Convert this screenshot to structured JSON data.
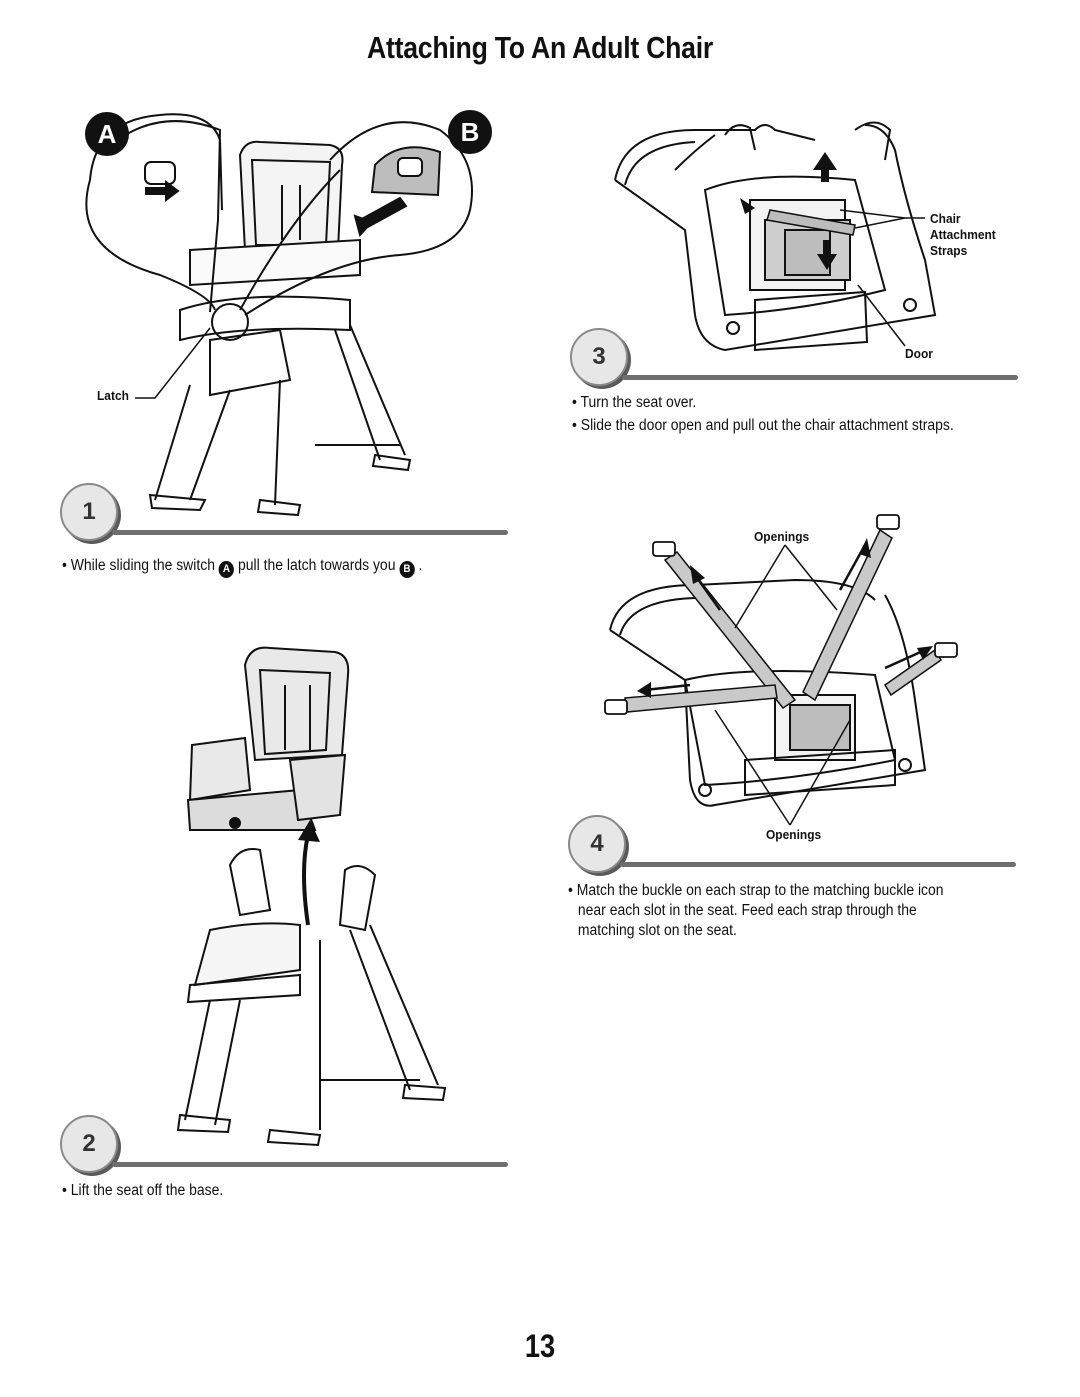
{
  "page": {
    "title": "Attaching To An Adult Chair",
    "page_number": "13"
  },
  "step1": {
    "number": "1",
    "callout_a": "A",
    "callout_b": "B",
    "latch_label": "Latch",
    "text_before": "While sliding the switch",
    "badge_a": "A",
    "text_middle": "pull the latch towards you",
    "badge_b": "B",
    "text_after": "."
  },
  "step2": {
    "number": "2",
    "text": "Lift the seat off the base."
  },
  "step3": {
    "number": "3",
    "chair_label_1": "Chair",
    "chair_label_2": "Attachment",
    "chair_label_3": "Straps",
    "door_label": "Door",
    "bullet_1": "Turn the seat over.",
    "bullet_2": "Slide the door open and pull out the chair attachment straps."
  },
  "step4": {
    "number": "4",
    "openings_top": "Openings",
    "openings_bottom": "Openings",
    "line_1": "Match the buckle on each strap to the matching buckle icon",
    "line_2": "near each slot in the seat. Feed each strap through the",
    "line_3": "matching slot on the seat."
  }
}
